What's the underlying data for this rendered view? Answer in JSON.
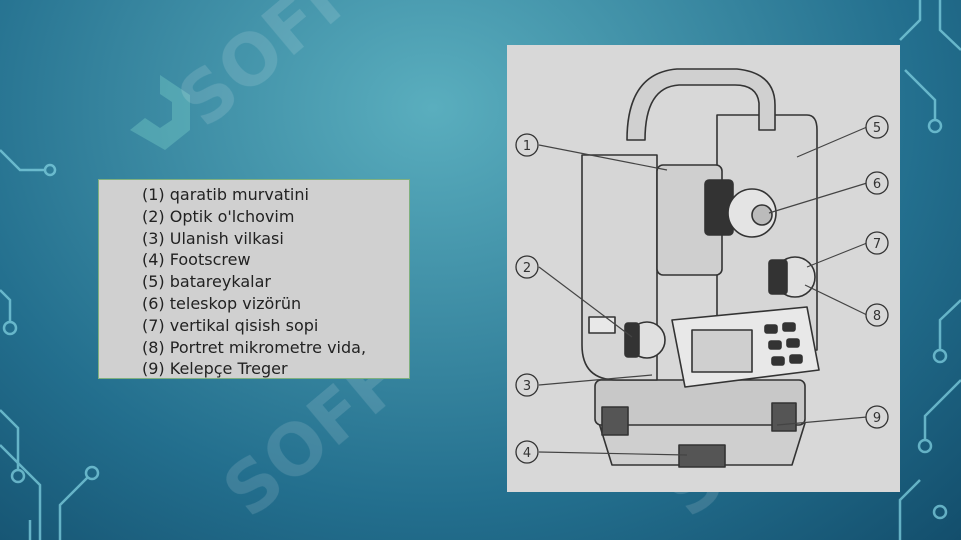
{
  "legend": {
    "items": [
      "(1) qaratib murvatini",
      "(2) Optik o'lchovim",
      "(3) Ulanish vilkasi",
      "(4) Footscrew",
      "(5) batareykalar",
      "(6) teleskop vizörün",
      "(7) vertikal qisish sopi",
      "(8) Portret mikrometre vida,",
      "(9) Kelepçe Treger"
    ]
  },
  "diagram": {
    "callouts": [
      "1",
      "2",
      "3",
      "4",
      "5",
      "6",
      "7",
      "8",
      "9"
    ]
  },
  "watermark": {
    "text": "SOFF"
  },
  "colors": {
    "background": "#3d8ca4",
    "panel": "#d0d0d0",
    "accent": "#2ec4a8"
  }
}
